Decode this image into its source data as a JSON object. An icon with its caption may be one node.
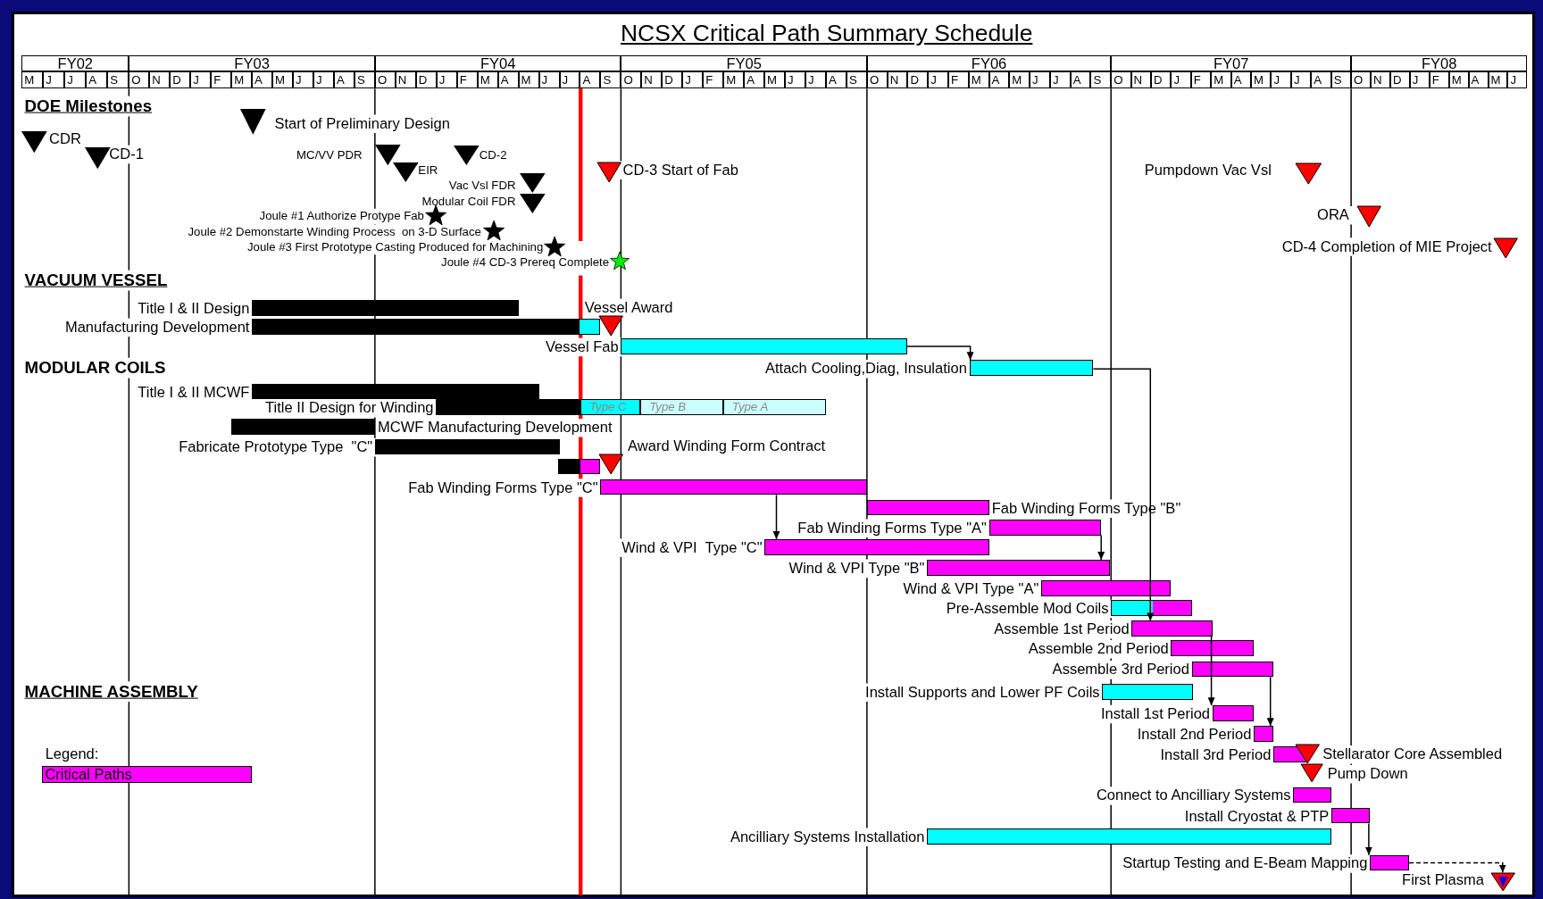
{
  "diagram": {
    "title": "NCSX Critical Path Summary Schedule",
    "nodes": [
      {
        "text": [],
        "shape": "triangle",
        "beside": [
          "CDR"
        ]
      },
      {
        "text": [],
        "shape": "triangle",
        "beside": [
          "CD-1"
        ]
      },
      {
        "text": [],
        "shape": "triangle",
        "beside": [
          "Start of Preliminary Design"
        ]
      },
      {
        "text": [],
        "shape": "triangle",
        "beside": [
          "MC/VV PDR"
        ]
      },
      {
        "text": [],
        "shape": "triangle",
        "beside": [
          "EIR"
        ]
      },
      {
        "text": [],
        "shape": "triangle",
        "beside": [
          "CD-2"
        ]
      },
      {
        "text": [],
        "shape": "triangle",
        "beside": [
          "Vac Vsl FDR"
        ]
      },
      {
        "text": [],
        "shape": "triangle",
        "beside": [
          "Modular Coil FDR"
        ]
      },
      {
        "text": [],
        "shape": "star",
        "beside": [
          "Joule #1 Authorize Protype Fab"
        ]
      },
      {
        "text": [],
        "shape": "star",
        "beside": [
          "Joule #2 Demonstarte Winding Process  on 3-D Surface"
        ]
      },
      {
        "text": [],
        "shape": "star",
        "beside": [
          "Joule #3 First Prototype Casting Produced for Machining"
        ]
      },
      {
        "text": [],
        "shape": "star",
        "beside": [
          "Joule #4 CD-3 Prereq Complete"
        ]
      },
      {
        "text": [],
        "shape": "triangle",
        "beside": [
          "CD-3 Start of Fab"
        ]
      },
      {
        "text": [],
        "shape": "triangle",
        "beside": [
          "Pumpdown Vac Vsl"
        ]
      },
      {
        "text": [],
        "shape": "triangle",
        "beside": [
          "ORA"
        ]
      },
      {
        "text": [],
        "shape": "triangle",
        "beside": [
          "CD-4 Completion of MIE Project"
        ]
      },
      {
        "text": [],
        "shape": "bar",
        "beside": [
          "Title I & II Design"
        ]
      },
      {
        "text": [],
        "shape": "triangle",
        "beside": [
          "Vessel Award"
        ]
      },
      {
        "text": [],
        "shape": "bar",
        "beside": [
          "Manufacturing Development"
        ]
      },
      {
        "text": [],
        "shape": "bar",
        "beside": [
          "Vessel Fab"
        ]
      },
      {
        "text": [],
        "shape": "bar",
        "beside": [
          "Attach Cooling,Diag, Insulation"
        ]
      },
      {
        "text": [],
        "shape": "bar",
        "beside": [
          "Title I & II MCWF"
        ]
      },
      {
        "text": [],
        "shape": "bar",
        "beside": [
          "Title II Design for Winding"
        ]
      },
      {
        "text": [
          "Type C"
        ]
      },
      {
        "text": [
          "Type B"
        ]
      },
      {
        "text": [
          "Type A"
        ]
      },
      {
        "text": [],
        "shape": "bar",
        "beside": [
          "MCWF Manufacturing Development"
        ]
      },
      {
        "text": [],
        "shape": "bar",
        "beside": [
          "Fabricate Prototype Type  \"C\""
        ]
      },
      {
        "text": [],
        "shape": "triangle",
        "beside": [
          "Award Winding Form Contract"
        ]
      },
      {
        "text": [],
        "shape": "bar"
      },
      {
        "text": [],
        "shape": "bar",
        "beside": [
          "Fab Winding Forms Type \"C\""
        ]
      },
      {
        "text": [],
        "shape": "bar",
        "beside": [
          "Fab Winding Forms Type \"B\""
        ]
      },
      {
        "text": [],
        "shape": "bar",
        "beside": [
          "Fab Winding Forms Type \"A\""
        ]
      },
      {
        "text": [],
        "shape": "bar",
        "beside": [
          "Wind & VPI  Type \"C\""
        ]
      },
      {
        "text": [],
        "shape": "bar",
        "beside": [
          "Wind & VPI Type \"B\""
        ]
      },
      {
        "text": [],
        "shape": "bar",
        "beside": [
          "Wind & VPI Type \"A\""
        ]
      },
      {
        "text": [],
        "shape": "bar",
        "beside": [
          "Pre-Assemble Mod Coils"
        ]
      },
      {
        "text": [],
        "shape": "bar",
        "beside": [
          "Assemble 1st Period"
        ]
      },
      {
        "text": [],
        "shape": "bar",
        "beside": [
          "Assemble 2nd Period"
        ]
      },
      {
        "text": [],
        "shape": "bar",
        "beside": [
          "Assemble 3rd Period"
        ]
      },
      {
        "text": [],
        "shape": "bar",
        "beside": [
          "Install Supports and Lower PF Coils"
        ]
      },
      {
        "text": [],
        "shape": "bar",
        "beside": [
          "Install 1st Period"
        ]
      },
      {
        "text": [],
        "shape": "bar",
        "beside": [
          "Install 2nd Period"
        ]
      },
      {
        "text": [],
        "shape": "bar",
        "beside": [
          "Install 3rd Period"
        ]
      },
      {
        "text": [],
        "shape": "triangle",
        "beside": [
          "Stellarator Core Assembled"
        ]
      },
      {
        "text": [],
        "shape": "triangle",
        "beside": [
          "Pump Down"
        ]
      },
      {
        "text": [],
        "shape": "bar",
        "beside": [
          "Connect to Ancilliary Systems"
        ]
      },
      {
        "text": [],
        "shape": "bar",
        "beside": [
          "Install Cryostat & PTP"
        ]
      },
      {
        "text": [],
        "shape": "bar",
        "beside": [
          "Ancilliary Systems Installation"
        ]
      },
      {
        "text": [],
        "shape": "bar",
        "beside": [
          "Startup Testing and E-Beam Mapping"
        ]
      },
      {
        "text": [],
        "shape": "triangle",
        "beside": [
          "First Plasma"
        ]
      }
    ],
    "edges": [
      {
        "from": 19,
        "to": 20,
        "arrow": "to"
      },
      {
        "from": 20,
        "to": 37,
        "arrow": "to"
      },
      {
        "from": 30,
        "to": 33,
        "arrow": "to"
      },
      {
        "from": 32,
        "to": 34,
        "arrow": "to"
      },
      {
        "from": 37,
        "to": 41,
        "arrow": "to"
      },
      {
        "from": 39,
        "to": 42,
        "arrow": "to"
      },
      {
        "from": 47,
        "to": 49,
        "arrow": "to"
      },
      {
        "from": 49,
        "to": 50,
        "arrow": "to",
        "style": "dashed"
      }
    ],
    "labels": [
      "FY02",
      "FY03",
      "FY04",
      "FY05",
      "FY06",
      "FY07",
      "FY08",
      "M",
      "J",
      "J",
      "A",
      "S",
      "O",
      "N",
      "D",
      "J",
      "F",
      "M",
      "A",
      "M",
      "J",
      "J",
      "A",
      "S",
      "O",
      "N",
      "D",
      "J",
      "F",
      "M",
      "A",
      "M",
      "J",
      "J",
      "A",
      "S",
      "O",
      "N",
      "D",
      "J",
      "F",
      "M",
      "A",
      "M",
      "J",
      "J",
      "A",
      "S",
      "O",
      "N",
      "D",
      "J",
      "F",
      "M",
      "A",
      "M",
      "J",
      "J",
      "A",
      "S",
      "O",
      "N",
      "D",
      "J",
      "F",
      "M",
      "A",
      "M",
      "J",
      "J",
      "A",
      "S",
      "O",
      "N",
      "D",
      "J",
      "F",
      "M",
      "A",
      "M",
      "J",
      "DOE Milestones",
      "VACUUM VESSEL",
      "MODULAR COILS",
      "MACHINE ASSEMBLY",
      "Legend:"
    ],
    "legend": [
      {
        "text": "Critical Paths",
        "color": "#ff00ff"
      }
    ]
  }
}
